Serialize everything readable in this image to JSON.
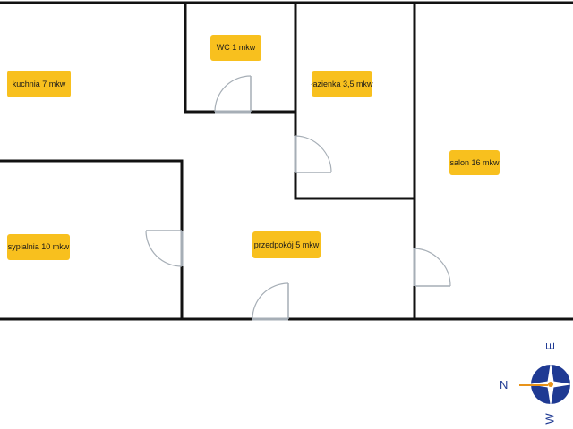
{
  "rooms": [
    {
      "id": "kitchen",
      "label": "kuchnia 7 mkw"
    },
    {
      "id": "wc",
      "label": "WC 1 mkw"
    },
    {
      "id": "bathroom",
      "label": "łazienka 3,5 mkw"
    },
    {
      "id": "living-room",
      "label": "salon 16 mkw"
    },
    {
      "id": "bedroom",
      "label": "sypialnia 10 mkw"
    },
    {
      "id": "hallway",
      "label": "przedpokój 5 mkw"
    }
  ],
  "compass": {
    "north": "N",
    "east": "E",
    "west": "W"
  },
  "colors": {
    "wall": "#111111",
    "door": "#a6aeb6",
    "label_bg": "#f8c01e",
    "compass_blue": "#1f3a93",
    "compass_orange": "#e8931a"
  }
}
